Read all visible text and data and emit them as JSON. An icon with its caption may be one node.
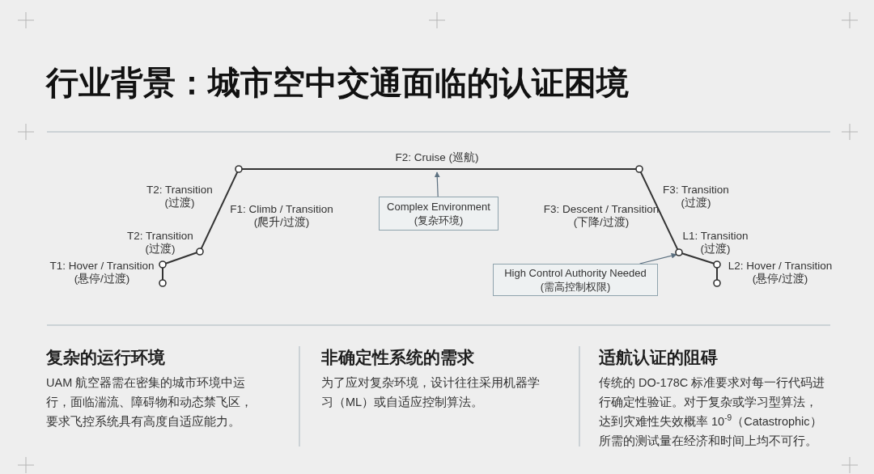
{
  "diagram": {
    "title": "行业背景：城市空中交通面临的认证困境",
    "nodes": [
      {
        "text": [],
        "shape": "circle"
      },
      {
        "text": [],
        "shape": "circle"
      },
      {
        "text": [],
        "shape": "circle"
      },
      {
        "text": [],
        "shape": "circle"
      },
      {
        "text": [],
        "shape": "circle"
      },
      {
        "text": [],
        "shape": "circle"
      },
      {
        "text": [],
        "shape": "circle"
      },
      {
        "text": [],
        "shape": "circle"
      },
      {
        "text": [
          "Complex Environment (复杂环境)"
        ]
      },
      {
        "text": [
          "High Control Authority Needed (需高控制权限)"
        ]
      },
      {
        "text": [
          "F2: Cruise (巡航)"
        ]
      }
    ],
    "edges": [
      {
        "from": 0,
        "to": 1,
        "arrow": "none"
      },
      {
        "from": 1,
        "to": 2,
        "arrow": "none"
      },
      {
        "from": 2,
        "to": 3,
        "arrow": "none"
      },
      {
        "from": 3,
        "to": 4,
        "arrow": "none"
      },
      {
        "from": 4,
        "to": 5,
        "arrow": "none"
      },
      {
        "from": 5,
        "to": 6,
        "arrow": "none"
      },
      {
        "from": 6,
        "to": 7,
        "arrow": "none"
      },
      {
        "from": 8,
        "to": 10,
        "arrow": "to",
        "color": "#5c7080"
      },
      {
        "from": 9,
        "to": 5,
        "arrow": "to",
        "color": "#5c7080"
      }
    ],
    "labels": [
      "T2: Transition (过渡)",
      "F3: Transition (过渡)",
      "F1: Climb / Transition (爬升/过渡)",
      "F3: Descent / Transition (下降/过渡)",
      "T2: Transition (过渡)",
      "L1: Transition (过渡)",
      "T1: Hover / Transition (悬停/过渡)",
      "L2: Hover / Transition (悬停/过渡)",
      "复杂的运行环境",
      "非确定性系统的需求",
      "适航认证的阻碍",
      "UAM 航空器需在密集的城市环境中运行，面临湍流、障碍物和动态禁飞区，要求飞控系统具有高度自适应能力。",
      "为了应对复杂环境，设计往往采用机器学习（ML）或自适应控制算法。",
      "传统的 DO-178C 标准要求对每一行代码进行确定性验证。对于复杂或学习型算法，达到灾难性失效概率 10$^{-9}$（Catastrophic）所需的测试量在经济和时间上均不可行。"
    ]
  }
}
